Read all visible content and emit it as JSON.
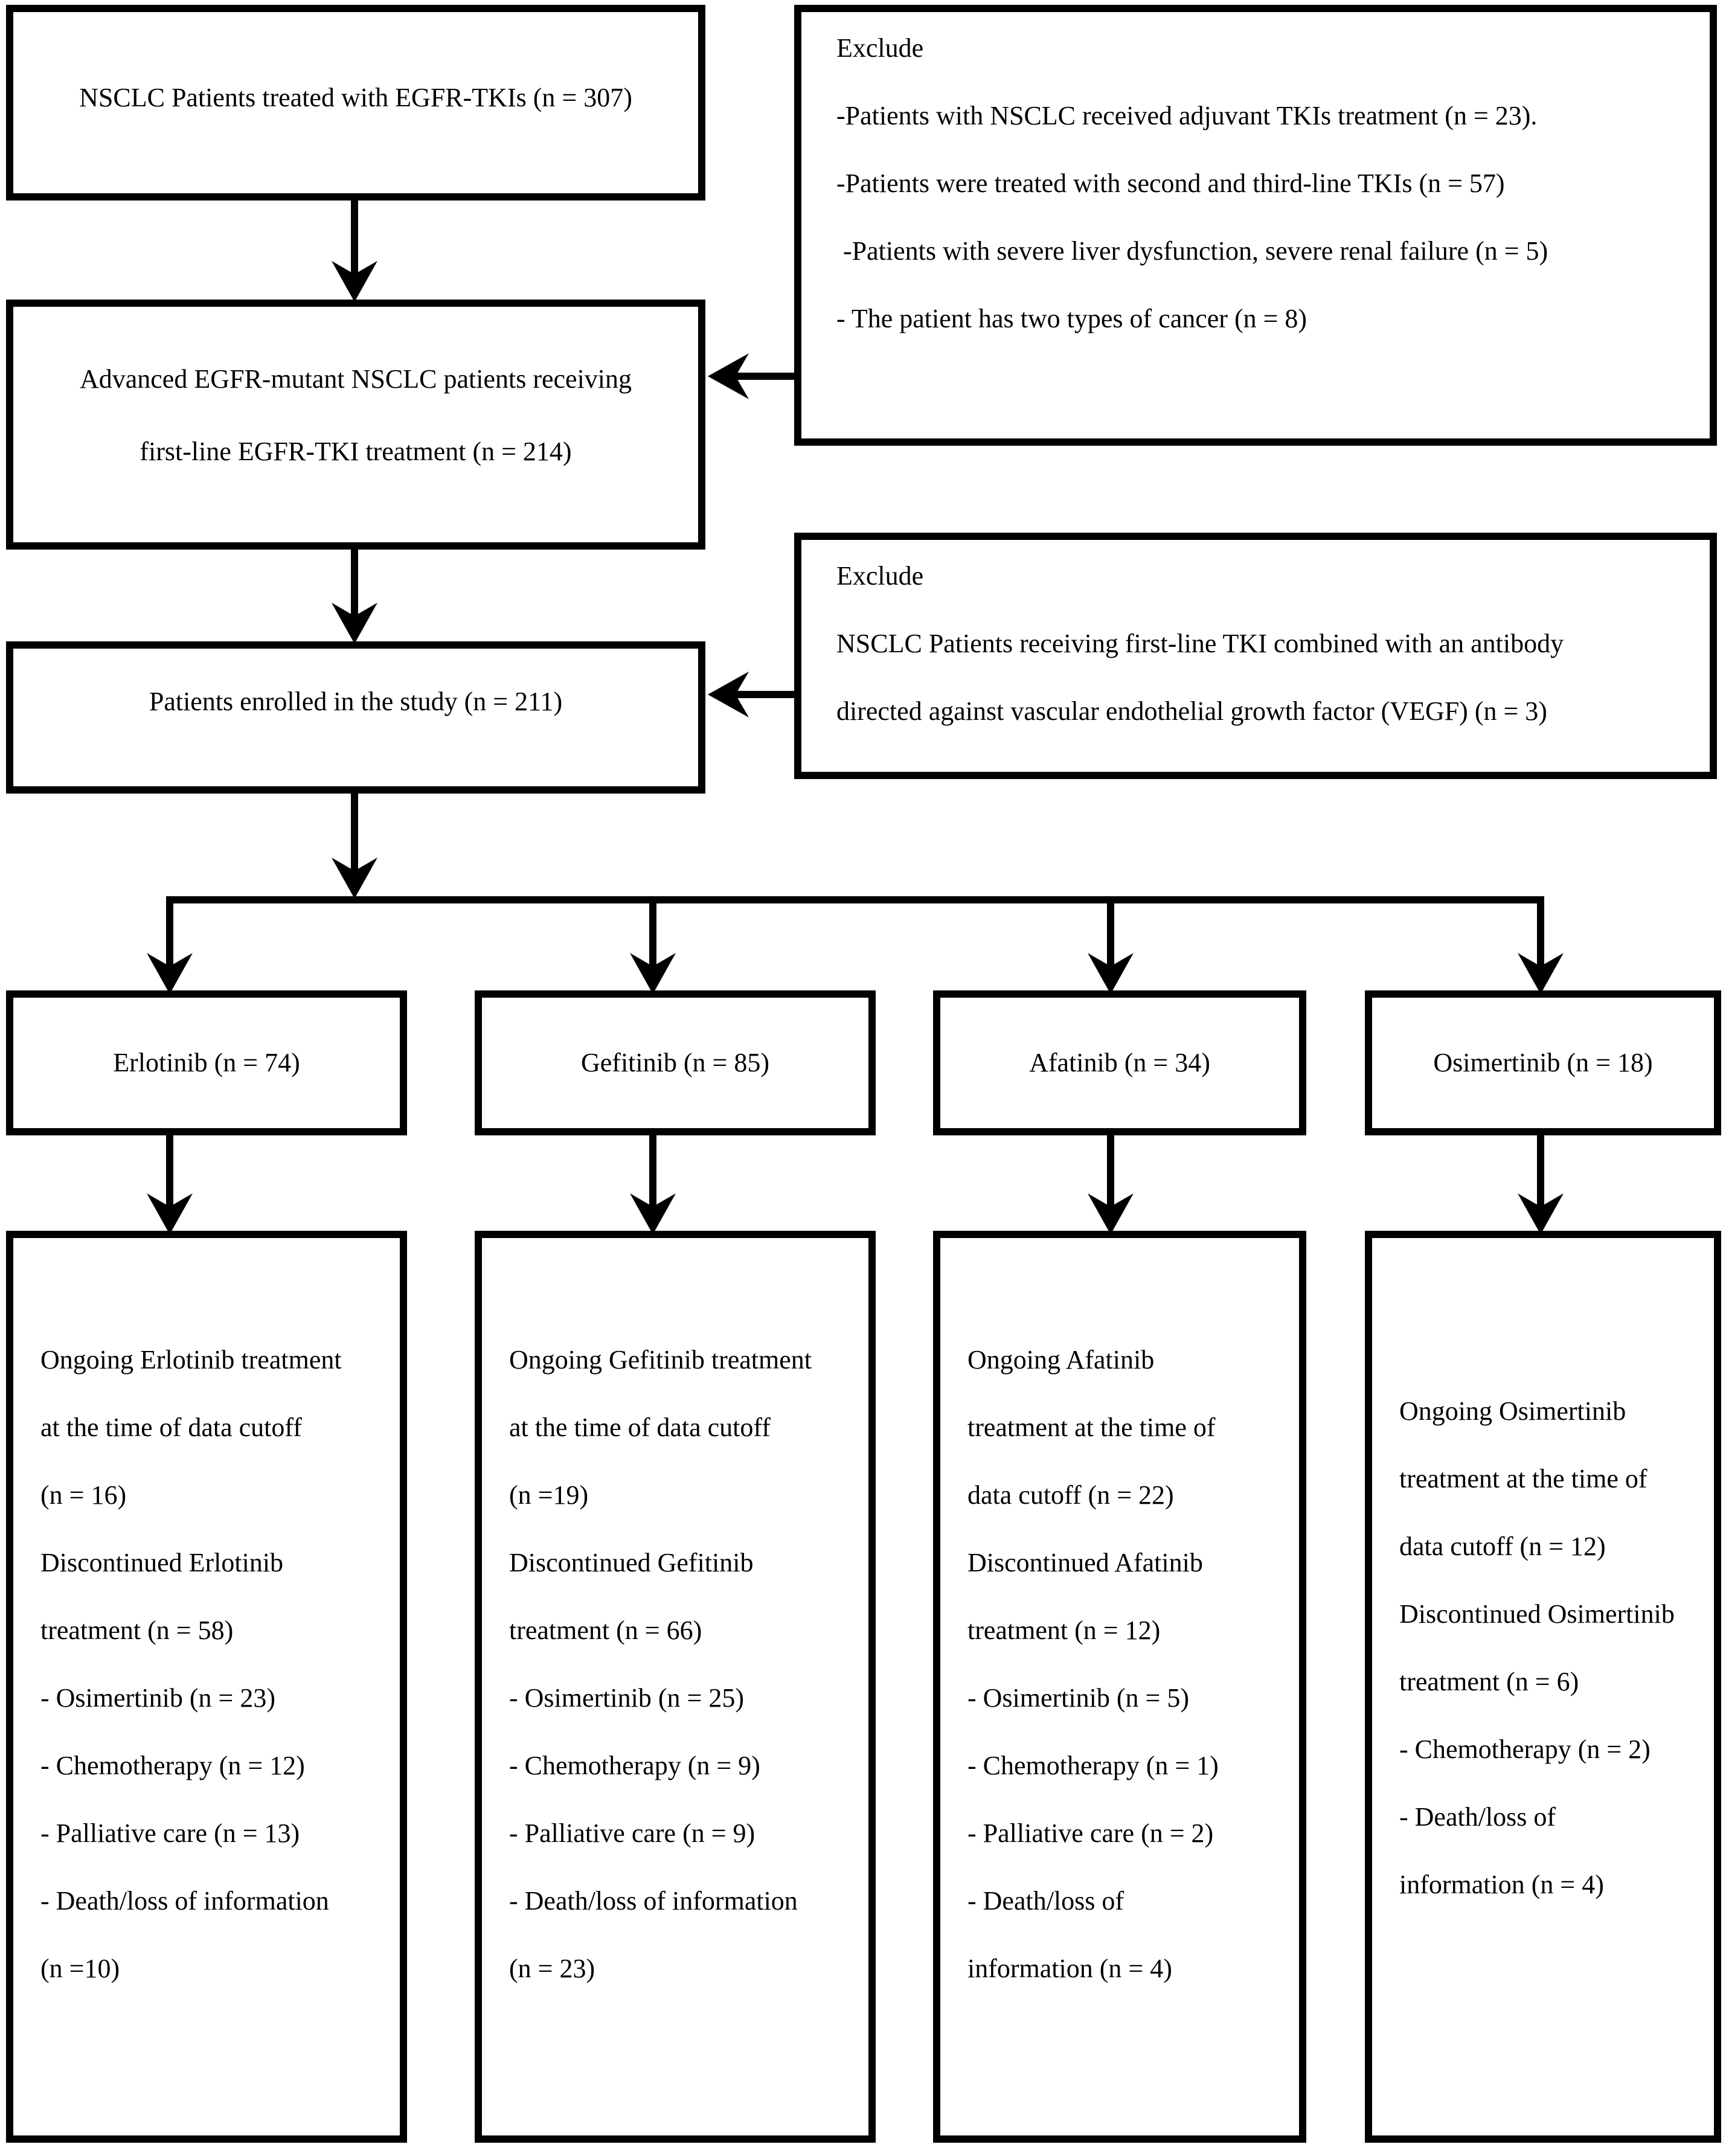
{
  "colors": {
    "ink": "#000000",
    "background": "#ffffff"
  },
  "flow": {
    "initial": {
      "text": "NSCLC Patients treated with EGFR-TKIs (n = 307)"
    },
    "exclude_top": {
      "title": "Exclude",
      "items": [
        "-Patients with NSCLC received adjuvant TKIs treatment (n = 23).",
        "-Patients were treated with second and third-line TKIs (n = 57)",
        " -Patients with severe liver dysfunction, severe renal failure (n = 5)",
        "- The patient has two types of cancer (n = 8)"
      ]
    },
    "first_line": {
      "lines": [
        "Advanced EGFR-mutant NSCLC patients receiving",
        "first-line EGFR-TKI treatment (n = 214)"
      ]
    },
    "exclude_mid": {
      "title": "Exclude",
      "items": [
        "NSCLC Patients receiving first-line TKI combined with an antibody",
        "directed against vascular endothelial growth factor (VEGF) (n = 3)"
      ]
    },
    "enrolled": {
      "text": "Patients enrolled in the study (n = 211)"
    },
    "branches": [
      {
        "name": "erlotinib",
        "header": "Erlotinib (n = 74)",
        "detail_lines": [
          "Ongoing Erlotinib treatment",
          "at the time of data cutoff",
          "(n = 16)",
          "Discontinued Erlotinib",
          "treatment (n = 58)",
          "- Osimertinib (n = 23)",
          "- Chemotherapy (n = 12)",
          "- Palliative care (n = 13)",
          "- Death/loss of information",
          "(n =10)"
        ]
      },
      {
        "name": "gefitinib",
        "header": "Gefitinib (n = 85)",
        "detail_lines": [
          "Ongoing Gefitinib treatment",
          "at the time of data cutoff",
          "(n =19)",
          "Discontinued Gefitinib",
          "treatment (n = 66)",
          "- Osimertinib (n = 25)",
          "- Chemotherapy (n = 9)",
          "- Palliative care (n = 9)",
          "- Death/loss of information",
          "(n = 23)"
        ]
      },
      {
        "name": "afatinib",
        "header": "Afatinib (n = 34)",
        "detail_lines": [
          "Ongoing Afatinib",
          "treatment at the time of",
          "data cutoff (n = 22)",
          "Discontinued Afatinib",
          "treatment (n = 12)",
          "- Osimertinib (n = 5)",
          "- Chemotherapy (n = 1)",
          "- Palliative care (n = 2)",
          "- Death/loss of",
          "information (n = 4)"
        ]
      },
      {
        "name": "osimertinib",
        "header": "Osimertinib (n = 18)",
        "detail_lines": [
          "Ongoing Osimertinib",
          "treatment at the time of",
          "data cutoff (n = 12)",
          "Discontinued Osimertinib",
          "treatment (n = 6)",
          "- Chemotherapy (n = 2)",
          "- Death/loss of",
          "information (n = 4)"
        ]
      }
    ]
  }
}
